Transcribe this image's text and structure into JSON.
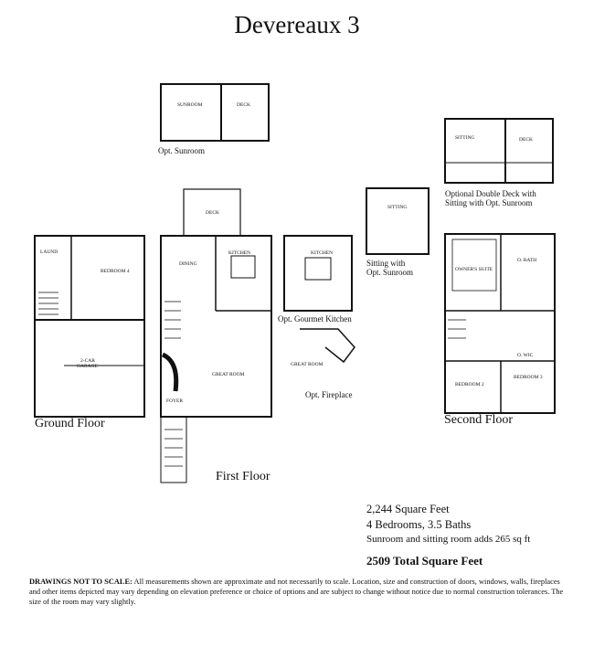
{
  "title": "Devereaux 3",
  "floors": {
    "ground": "Ground Floor",
    "first": "First Floor",
    "second": "Second Floor"
  },
  "options": {
    "sunroom": "Opt. Sunroom",
    "double_deck_line1": "Optional Double Deck with",
    "double_deck_line2": "Sitting with Opt. Sunroom",
    "sitting_line1": "Sitting with",
    "sitting_line2": "Opt. Sunroom",
    "gourmet_kitchen": "Opt. Gourmet Kitchen",
    "fireplace": "Opt. Fireplace"
  },
  "rooms": {
    "sunroom": "SUNROOM",
    "deck": "DECK",
    "sitting": "SITTING",
    "bedroom4": "BEDROOM 4",
    "garage_line1": "2-CAR",
    "garage_line2": "GARAGE",
    "dining": "DINING",
    "kitchen": "KITCHEN",
    "great_room": "GREAT ROOM",
    "foyer": "FOYER",
    "owners_suite": "OWNER'S SUITE",
    "o_bath": "O. BATH",
    "o_wic": "O. WIC",
    "bedroom2": "BEDROOM 2",
    "bedroom3": "BEDROOM 3",
    "laundry": "LAUND"
  },
  "info": {
    "sqft": "2,244 Square Feet",
    "beds_baths": "4 Bedrooms, 3.5 Baths",
    "addition": "Sunroom and sitting room adds 265 sq ft",
    "total": "2509 Total Square Feet"
  },
  "disclaimer_lead": "DRAWINGS NOT TO SCALE:",
  "disclaimer_body": "All measurements shown are approximate and not necessarily to scale. Location, size and construction of doors, windows, walls, fireplaces and other items depicted may vary depending on elevation preference or choice of options and are subject to change without notice due to normal construction tolerances. The size of the room may vary slightly."
}
